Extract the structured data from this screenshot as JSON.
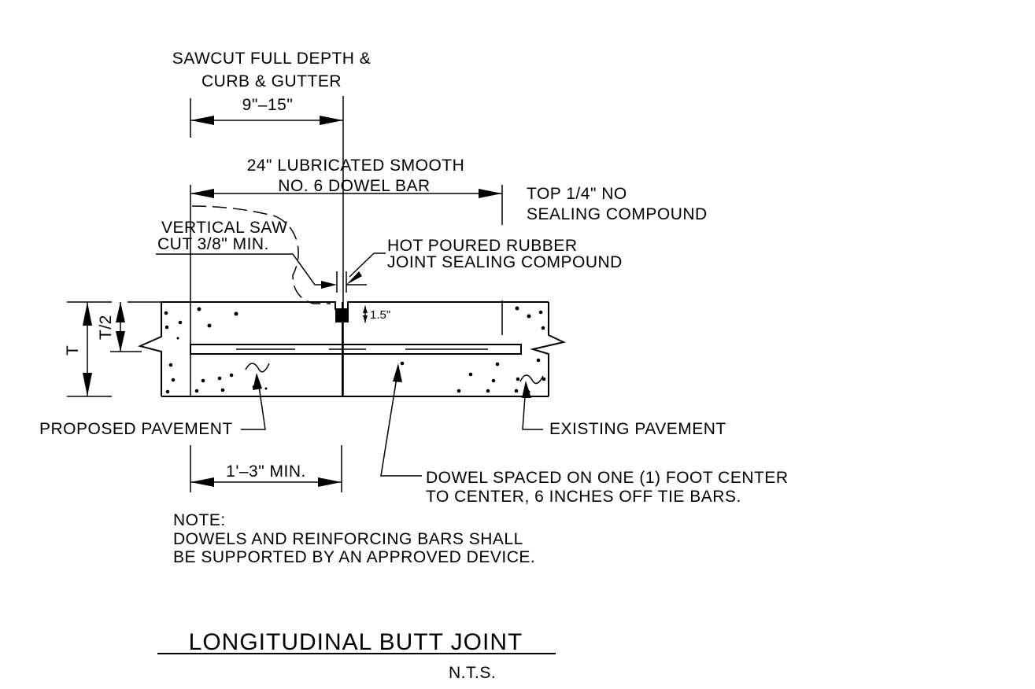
{
  "labels": {
    "sawcut_line1": "SAWCUT FULL DEPTH &",
    "sawcut_line2": "CURB & GUTTER",
    "dim_9_15": "9\"–15\"",
    "dowel_line1": "24\" LUBRICATED SMOOTH",
    "dowel_line2": "NO. 6 DOWEL BAR",
    "top_line1": "TOP 1/4\" NO",
    "top_line2": "SEALING COMPOUND",
    "saw_line1": "VERTICAL SAW",
    "saw_line2": "CUT 3/8\" MIN.",
    "rubber_line1": "HOT POURED RUBBER",
    "rubber_line2": "JOINT SEALING COMPOUND",
    "dim_15": "1.5\"",
    "dim_t": "T",
    "dim_t2": "T/2",
    "proposed": "PROPOSED PAVEMENT",
    "existing": "EXISTING PAVEMENT",
    "dim_min": "1'–3\" MIN.",
    "spacing_line1": "DOWEL SPACED ON ONE (1) FOOT CENTER",
    "spacing_line2": "TO CENTER, 6 INCHES OFF TIE BARS.",
    "note_head": "NOTE:",
    "note_line1": "DOWELS AND REINFORCING BARS SHALL",
    "note_line2": "BE SUPPORTED BY AN APPROVED DEVICE.",
    "title": "LONGITUDINAL BUTT JOINT",
    "scale": "N.T.S."
  }
}
